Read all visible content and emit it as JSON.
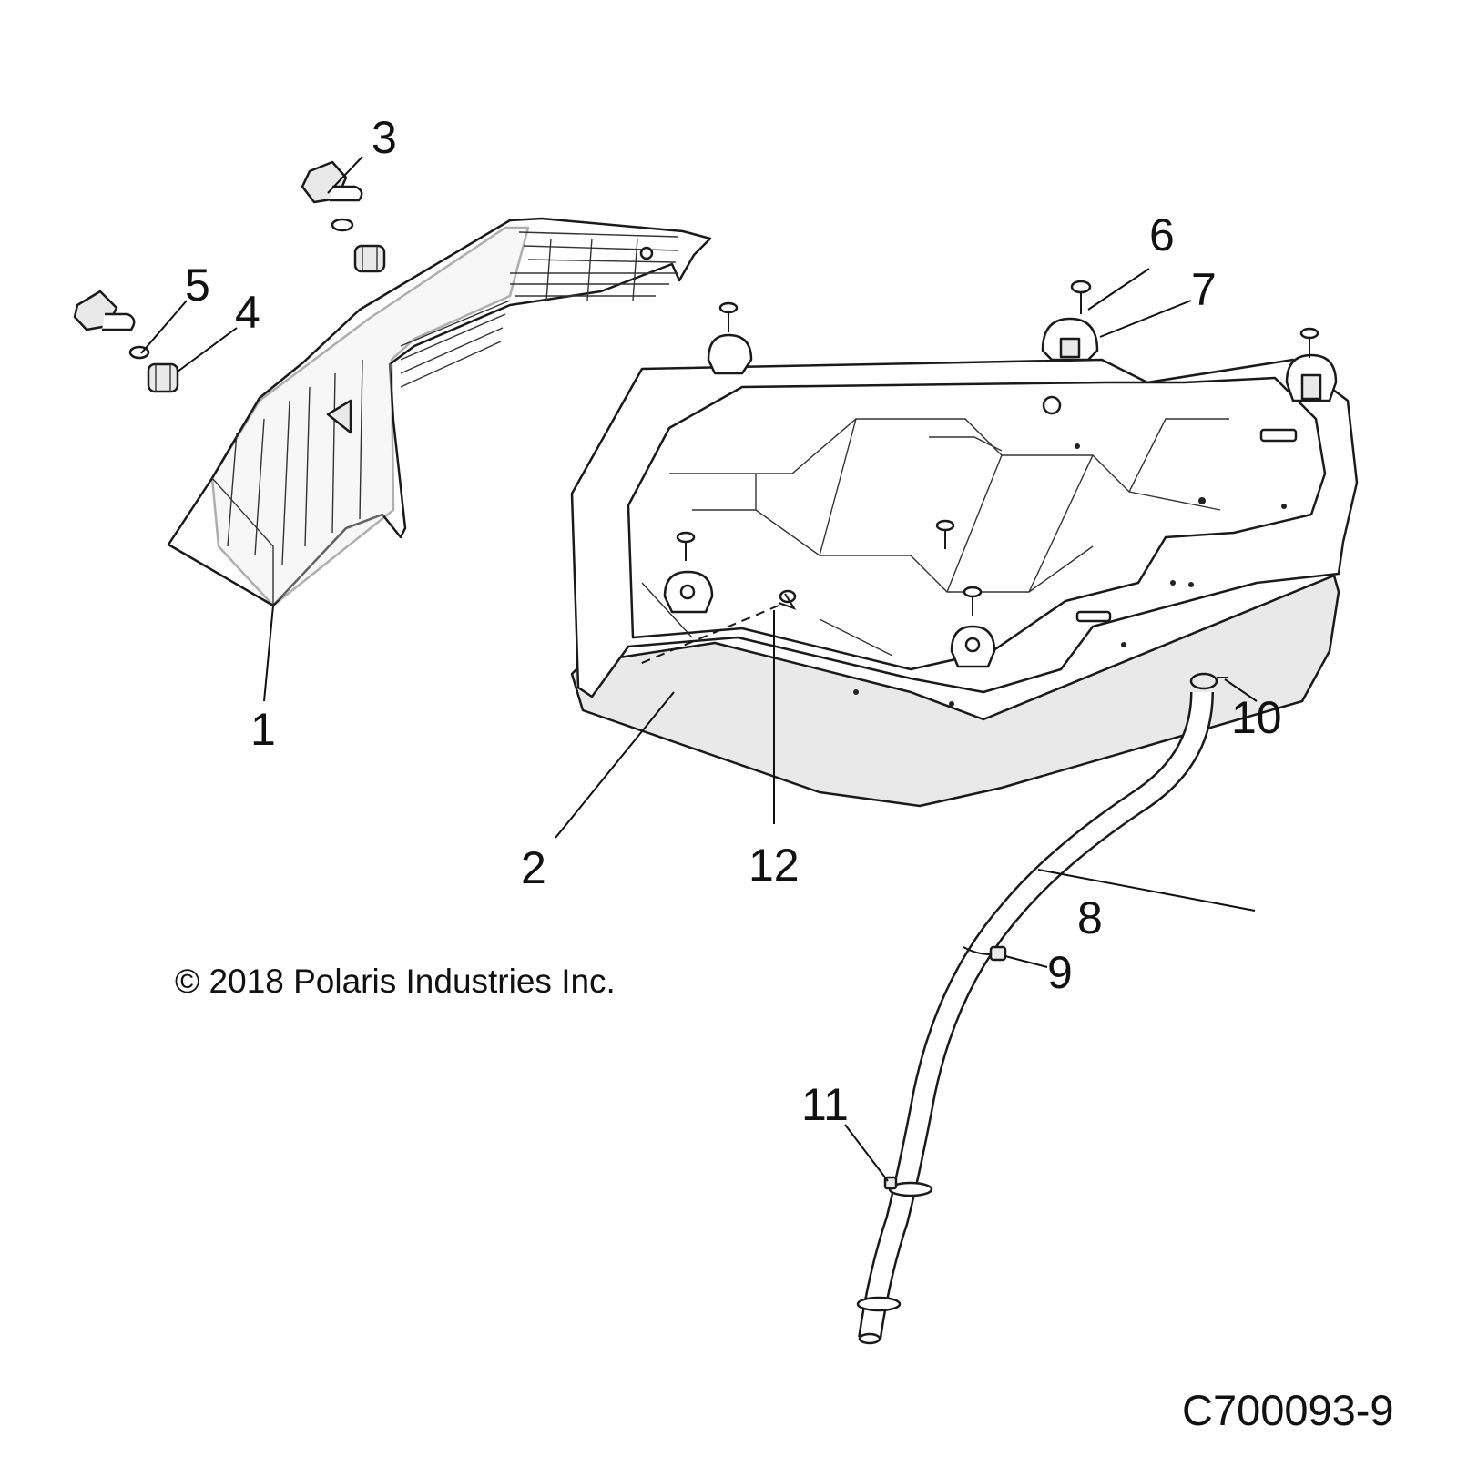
{
  "callouts": {
    "c1": "1",
    "c2": "2",
    "c3": "3",
    "c4": "4",
    "c5": "5",
    "c6": "6",
    "c7": "7",
    "c8": "8",
    "c9": "9",
    "c10": "10",
    "c11": "11",
    "c12": "12"
  },
  "copyright": "© 2018 Polaris Industries Inc.",
  "part_number": "C700093-9"
}
